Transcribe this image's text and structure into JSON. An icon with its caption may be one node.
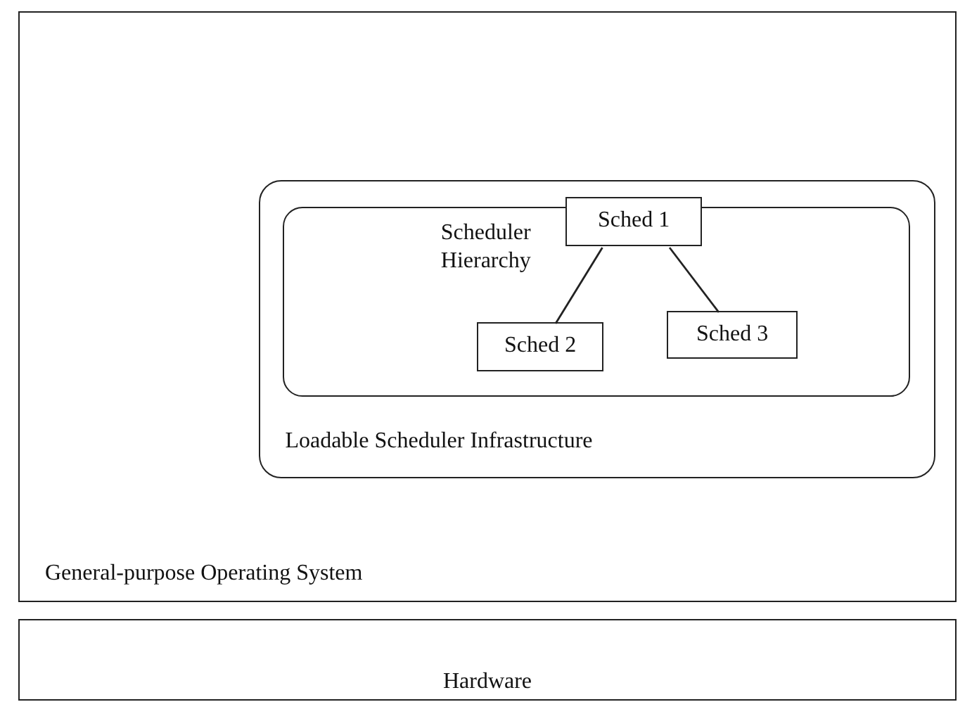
{
  "diagram": {
    "nodes": [
      {
        "text": [
          "General-purpose Operating System"
        ]
      },
      {
        "text": [
          "Loadable Scheduler Infrastructure"
        ],
        "in": 0
      },
      {
        "text": [
          "Scheduler Hierarchy"
        ],
        "in": 1
      },
      {
        "text": [
          "Sched 1"
        ],
        "in": 2
      },
      {
        "text": [
          "Sched 2"
        ],
        "in": 2
      },
      {
        "text": [
          "Sched 3"
        ],
        "in": 2
      },
      {
        "text": [
          "Hardware"
        ]
      }
    ],
    "edges": [
      {
        "from": 3,
        "to": 4,
        "arrow": "none"
      },
      {
        "from": 3,
        "to": 5,
        "arrow": "none"
      }
    ]
  }
}
